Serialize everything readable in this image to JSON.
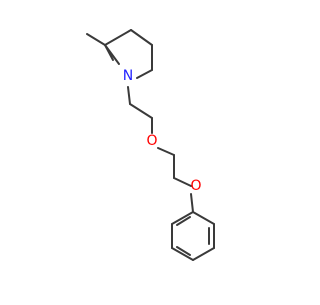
{
  "molecule": {
    "colors": {
      "bond": "#3a3a3a",
      "nitrogen": "#2222ff",
      "oxygen": "#ff0000"
    },
    "atoms": {
      "nitrogen": "N",
      "ether_oxygen": "O",
      "phenoxy_oxygen": "O"
    }
  }
}
